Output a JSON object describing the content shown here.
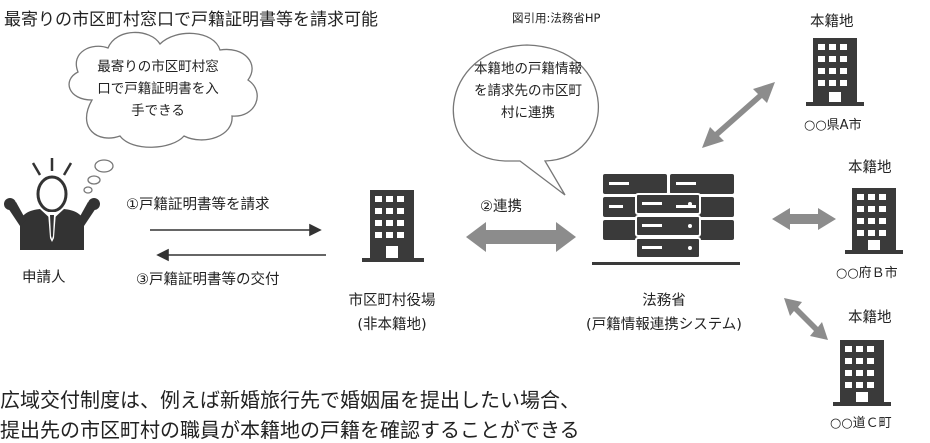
{
  "headline": "最寄りの市区町村窓口で戸籍証明書等を請求可能",
  "source": "図引用:法務省HP",
  "thought_bubble": "最寄りの市区町村窓口で戸籍証明書を入手できる",
  "speech_bubble": "本籍地の戸籍情報を請求先の市区町村に連携",
  "applicant_label": "申請人",
  "request_label": "①戸籍証明書等を請求",
  "issue_label": "③戸籍証明書等の交付",
  "link_label": "②連携",
  "office_label": "市区町村役場",
  "office_sublabel": "(非本籍地)",
  "ministry_label": "法務省",
  "ministry_sublabel": "(戸籍情報連携システム)",
  "registries": [
    {
      "header": "本籍地",
      "name": "○○県A市"
    },
    {
      "header": "本籍地",
      "name": "○○府Ｂ市"
    },
    {
      "header": "本籍地",
      "name": "○○道Ｃ町"
    }
  ],
  "body_text": [
    "広域交付制度は、例えば新婚旅行先で婚姻届を提出したい場合、",
    "提出先の市区町村の職員が本籍地の戸籍を確認することができる"
  ],
  "colors": {
    "arrow": "#8c8c8c",
    "building": "#3a3a3a",
    "line": "#555555"
  }
}
